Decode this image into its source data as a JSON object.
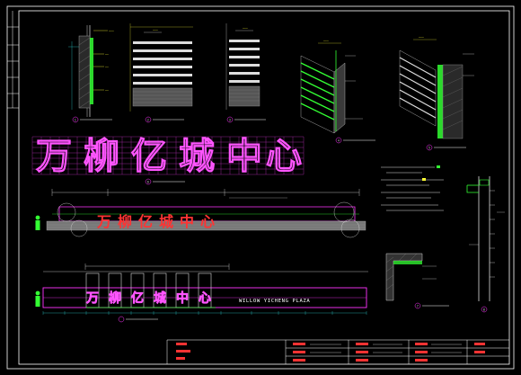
{
  "drawing": {
    "sign_chars": [
      "万",
      "柳",
      "亿",
      "城",
      "中",
      "心"
    ],
    "plaza_text": "WILLOW YICHENG PLAZA",
    "detail_numbers": [
      "1",
      "2",
      "3",
      "4",
      "5",
      "6",
      "7",
      "8"
    ],
    "colors": {
      "background": "#000000",
      "frame": "#ffffff",
      "magenta": "#ff33ff",
      "green": "#33ff33",
      "yellow": "#ffff33",
      "red": "#ff3333",
      "cyan": "#33ffff",
      "grid": "#cc33cc",
      "hatch": "#888888"
    }
  }
}
